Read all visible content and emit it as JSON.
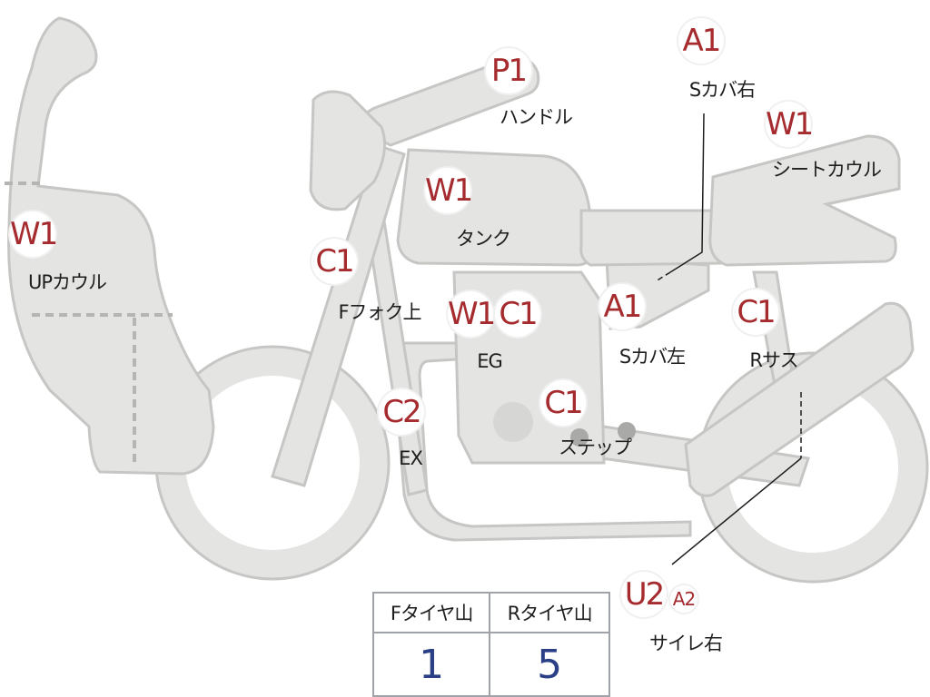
{
  "parts": [
    {
      "id": "up-cowl",
      "code": "W1",
      "label": "UPカウル"
    },
    {
      "id": "handle",
      "code": "P1",
      "label": "ハンドル"
    },
    {
      "id": "tank",
      "code": "W1",
      "label": "タンク"
    },
    {
      "id": "fork-upper",
      "code": "C1",
      "label": "Fフォク上"
    },
    {
      "id": "engine",
      "codes": [
        "W1",
        "C1"
      ],
      "label": "EG"
    },
    {
      "id": "exhaust",
      "code": "C2",
      "label": "EX"
    },
    {
      "id": "step",
      "code": "C1",
      "label": "ステップ"
    },
    {
      "id": "side-cover-right",
      "code": "A1",
      "label": "Sカバ右"
    },
    {
      "id": "seat-cowl",
      "code": "W1",
      "label": "シートカウル"
    },
    {
      "id": "side-cover-left",
      "code": "A1",
      "label": "Sカバ左"
    },
    {
      "id": "rear-suspension",
      "code": "C1",
      "label": "Rサス"
    },
    {
      "id": "silencer-right",
      "codes": [
        "U2",
        "A2"
      ],
      "label": "サイレ右"
    }
  ],
  "tire_table": {
    "headers": [
      "Fタイヤ山",
      "Rタイヤ山"
    ],
    "values": [
      "1",
      "5"
    ]
  },
  "colors": {
    "badge_text": "#a52b2e",
    "table_value": "#2b3f86",
    "bike_fill": "#e4e4e2",
    "bike_outline": "#c6c6c4"
  }
}
